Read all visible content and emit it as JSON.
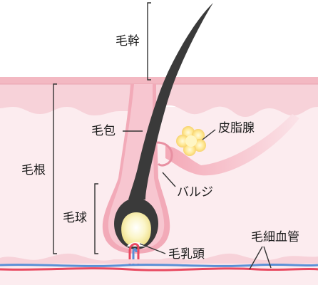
{
  "labels": {
    "hair_shaft": "毛幹",
    "hair_follicle": "毛包",
    "sebaceous_gland": "皮脂腺",
    "hair_root": "毛根",
    "bulge": "バルジ",
    "hair_bulb": "毛球",
    "capillary": "毛細血管",
    "dermal_papilla": "毛乳頭"
  },
  "colors": {
    "skin_surface": "#f3b8c2",
    "epidermis": "#f7d2d9",
    "dermis": "#fcecef",
    "follicle": "#f2aab8",
    "hair": "#3a3a3a",
    "sebaceous_gland": "#ffe28a",
    "papilla": "#f8f0b8",
    "artery": "#e8475f",
    "vein": "#5a8fd6"
  }
}
